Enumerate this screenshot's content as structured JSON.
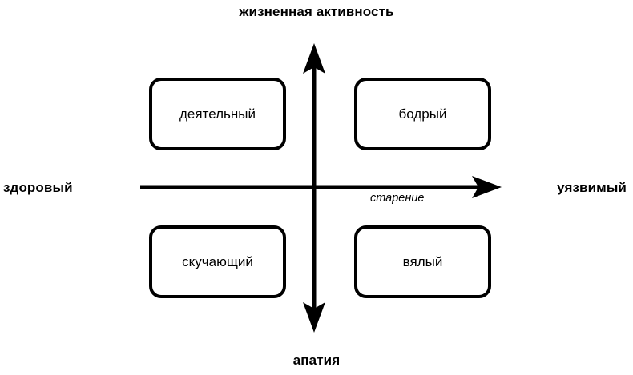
{
  "diagram": {
    "title_visible": false,
    "background_color": "#ffffff",
    "stroke_color": "#000000",
    "axes": {
      "vertical": {
        "name": "vital-activity-axis",
        "top_label": "жизненная активность",
        "bottom_label": "апатия",
        "arrow_heads": "both"
      },
      "horizontal": {
        "name": "aging-axis",
        "left_label": "здоровый",
        "right_label": "уязвимый",
        "inline_caption": "старение",
        "arrow_heads": "right"
      }
    },
    "quadrants": [
      {
        "position": "top-left",
        "label": "деятельный"
      },
      {
        "position": "top-right",
        "label": "бодрый"
      },
      {
        "position": "bottom-left",
        "label": "скучающий"
      },
      {
        "position": "bottom-right",
        "label": "вялый"
      }
    ]
  },
  "chart_data": {
    "type": "scatter",
    "title": "",
    "xlabel": "старение",
    "ylabel": "жизненная активность",
    "x_axis_poles": {
      "low": "здоровый",
      "high": "уязвимый"
    },
    "y_axis_poles": {
      "low": "апатия",
      "high": "жизненная активность"
    },
    "grid": false,
    "legend": "none",
    "annotations": [
      {
        "text": "деятельный",
        "quadrant": "top-left",
        "x": -1,
        "y": 1
      },
      {
        "text": "бодрый",
        "quadrant": "top-right",
        "x": 1,
        "y": 1
      },
      {
        "text": "скучающий",
        "quadrant": "bottom-left",
        "x": -1,
        "y": -1
      },
      {
        "text": "вялый",
        "quadrant": "bottom-right",
        "x": 1,
        "y": -1
      },
      {
        "text": "старение",
        "quadrant": "axis-x",
        "x": 0.6,
        "y": -0.08
      }
    ]
  }
}
